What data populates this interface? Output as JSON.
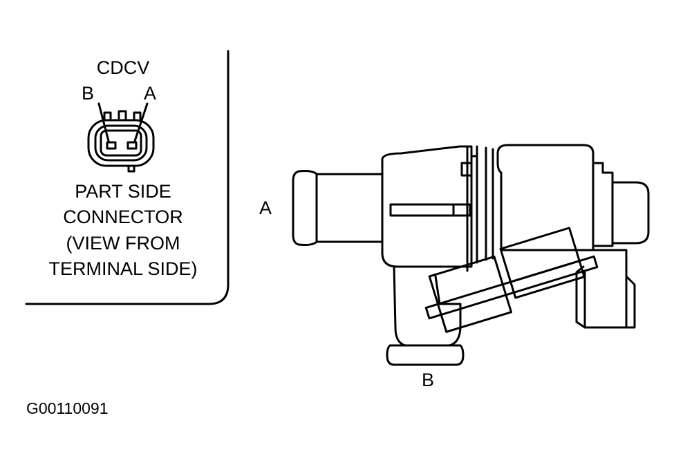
{
  "inset": {
    "title": "CDCV",
    "pin_b": "B",
    "pin_a": "A",
    "caption_lines": [
      "PART SIDE",
      "CONNECTOR",
      "(VIEW FROM",
      "TERMINAL SIDE)"
    ]
  },
  "valve": {
    "port_a": "A",
    "port_b": "B"
  },
  "figure_id": "G00110091"
}
